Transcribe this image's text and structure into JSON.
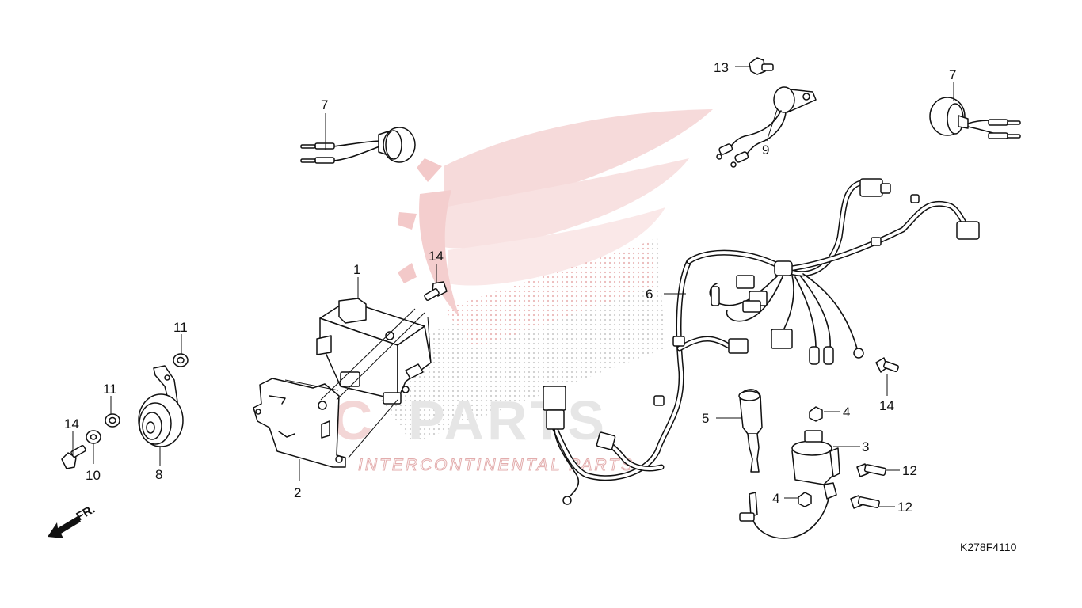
{
  "watermark": {
    "brand": "PARTS",
    "brand_prefix": "IC",
    "tagline": "INTERCONTINENTAL PARTS",
    "brand_color": "#e24a4a"
  },
  "direction": {
    "label": "FR.",
    "icon": "arrow-front-icon"
  },
  "diagram_code": "K278F4110",
  "callouts": [
    "1",
    "2",
    "3",
    "4",
    "4",
    "5",
    "6",
    "7",
    "7",
    "8",
    "9",
    "10",
    "11",
    "11",
    "12",
    "12",
    "13",
    "14",
    "14",
    "14"
  ]
}
